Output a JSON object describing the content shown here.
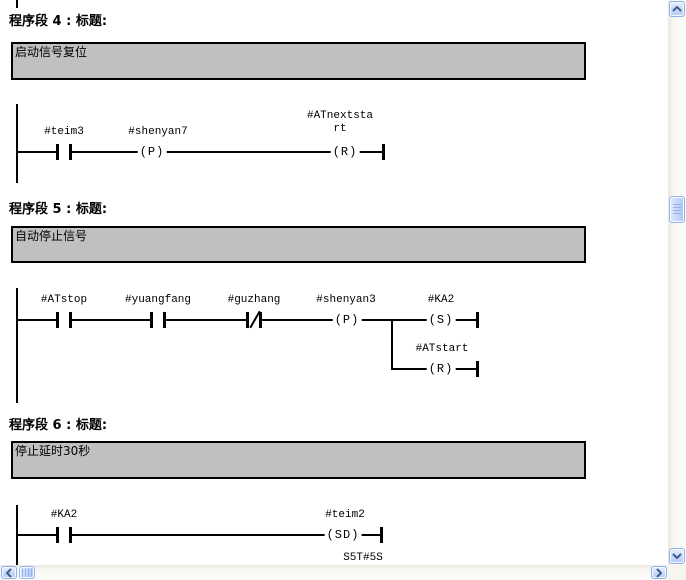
{
  "networks": [
    {
      "header": "程序段 4 : 标题:",
      "comment": "启动信号复位",
      "labels": {
        "contact1": "#teim3",
        "p_coil": "#shenyan7",
        "p_sym": "(P)",
        "r_coil": "#ATnextstart",
        "r_sym": "(R)"
      }
    },
    {
      "header": "程序段 5 : 标题:",
      "comment": "自动停止信号",
      "labels": {
        "contact1": "#ATstop",
        "contact2": "#yuangfang",
        "contact3": "#guzhang",
        "p_coil": "#shenyan3",
        "p_sym": "(P)",
        "s_coil": "#KA2",
        "s_sym": "(S)",
        "r_coil": "#ATstart",
        "r_sym": "(R)"
      }
    },
    {
      "header": "程序段 6 : 标题:",
      "comment": "停止延时30秒",
      "labels": {
        "contact1": "#KA2",
        "sd_coil": "#teim2",
        "sd_sym": "(SD)",
        "timer_value": "S5T#5S"
      }
    }
  ],
  "colors": {
    "comment_bg": "#c0c0c0",
    "wire": "#000000",
    "scroll_button": "#c6d7f8",
    "scroll_arrow": "#3c5e8e"
  }
}
